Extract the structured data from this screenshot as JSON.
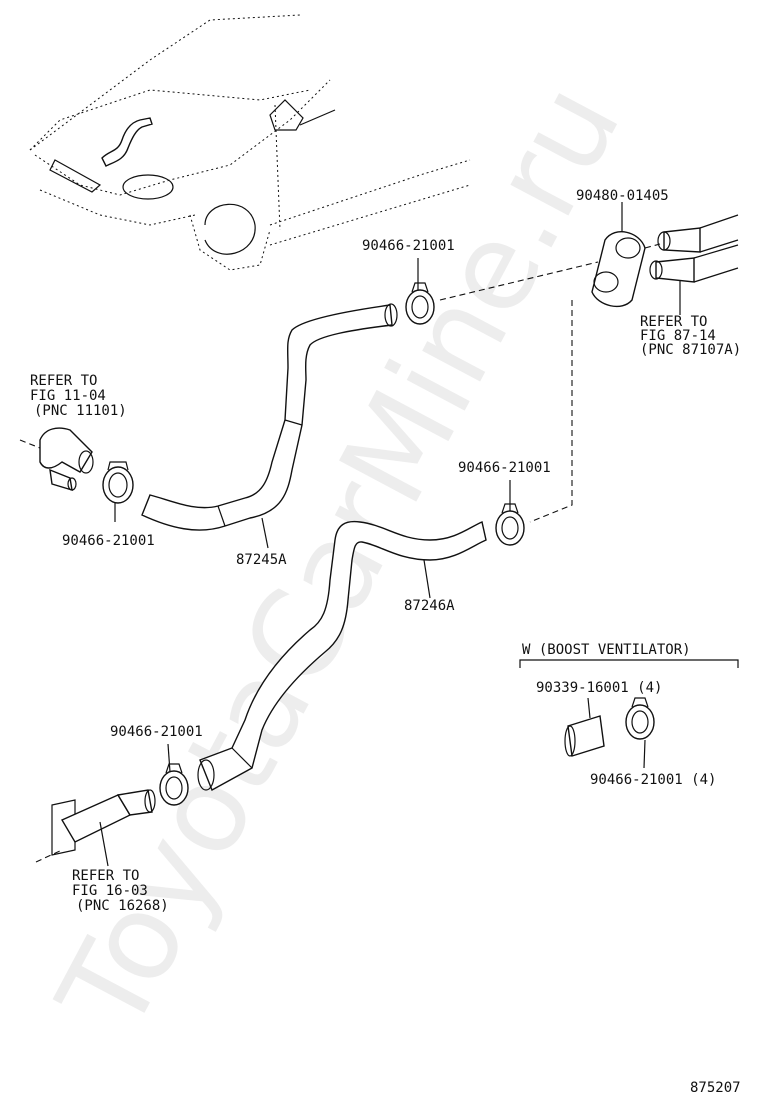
{
  "watermark": "ToyotaCarMine.ru",
  "callouts": {
    "clip_top": "90466-21001",
    "grommet": "90480-01405",
    "refer_right": [
      "REFER TO",
      "FIG 87-14",
      "(PNC 87107A)"
    ],
    "refer_left": [
      "REFER TO",
      "FIG 11-04",
      "(PNC 11101)"
    ],
    "clip_mid_right": "90466-21001",
    "clip_left": "90466-21001",
    "hose_upper": "87245A",
    "hose_lower": "87246A",
    "clip_bottom": "90466-21001",
    "refer_bottom": [
      "REFER TO",
      "FIG 16-03",
      "(PNC 16268)"
    ]
  },
  "variant_box": {
    "title": "W (BOOST VENTILATOR)",
    "pipe": "90339-16001 (4)",
    "clip": "90466-21001 (4)"
  },
  "figure_number": "875207"
}
